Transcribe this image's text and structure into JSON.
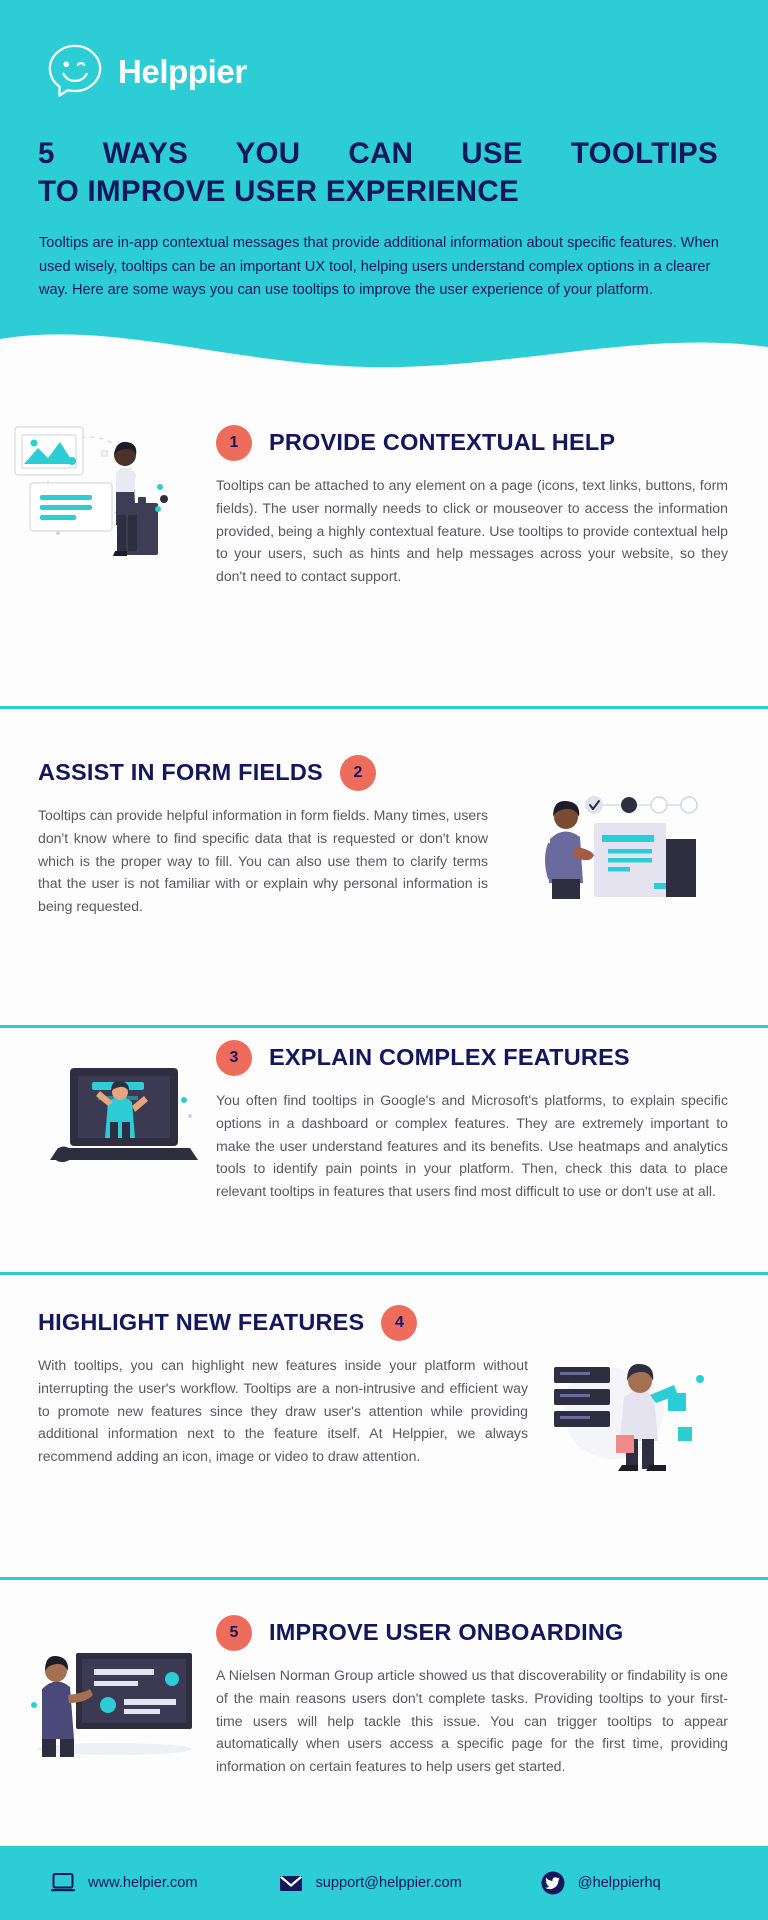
{
  "brand": {
    "name": "Helppier",
    "logo_icon": "winking-smiley-speech-bubble-icon",
    "teal": "#2ccdd4",
    "navy": "#15175c",
    "coral": "#ee6c5c",
    "body_gray": "#59595e"
  },
  "header": {
    "title_line1": "5 WAYS YOU CAN USE TOOLTIPS",
    "title_line2": "TO IMPROVE USER EXPERIENCE",
    "intro": "Tooltips are in-app contextual messages that provide additional information about specific features. When used wisely, tooltips can be an important UX tool, helping users understand complex options in a clearer way. Here are some ways you can use tooltips to improve the user experience of your platform."
  },
  "sections": [
    {
      "number": "1",
      "title": "PROVIDE CONTEXTUAL HELP",
      "body": "Tooltips can be attached to any element on a page (icons, text links, buttons, form fields). The user normally needs to click or mouseover to access the information provided, being a highly contextual feature.  Use tooltips to provide contextual help to your users, such as hints and help messages across your website, so they don't need to contact support.",
      "illustration": "person-with-image-card-and-document-illustration",
      "illustration_side": "left"
    },
    {
      "number": "2",
      "title": "ASSIST IN FORM FIELDS",
      "body": "Tooltips can provide helpful information in form fields. Many times, users don't know where to find specific data that is requested or don't know which is the proper way to fill. You can also use them to clarify terms that the user is not familiar with or explain why personal information is being requested.",
      "illustration": "person-with-form-checklist-illustration",
      "illustration_side": "right"
    },
    {
      "number": "3",
      "title": "EXPLAIN COMPLEX FEATURES",
      "body": "You often find tooltips in Google's and Microsoft's platforms, to explain specific options in a dashboard or complex features. They are extremely important to make the user understand features and its benefits. Use heatmaps and analytics tools to identify pain points in your platform. Then, check this data to place relevant tooltips in features that users find most difficult to use or don't use at all.",
      "illustration": "person-inside-laptop-screen-illustration",
      "illustration_side": "left"
    },
    {
      "number": "4",
      "title": "HIGHLIGHT NEW FEATURES",
      "body": "With tooltips, you can highlight new features inside your platform without interrupting the user's workflow. Tooltips are a non-intrusive and efficient way to promote new features since they draw user's attention while providing additional information next to the feature itself. At Helppier, we always recommend adding an icon, image or video to draw attention.",
      "illustration": "woman-with-dashboard-cards-illustration",
      "illustration_side": "right"
    },
    {
      "number": "5",
      "title": "IMPROVE USER ONBOARDING",
      "body": "A Nielsen Norman Group article showed us that discoverability or findability is one of the main reasons users don't complete tasks. Providing tooltips to your first-time users will help tackle this issue. You can trigger tooltips to appear automatically when users access a specific page for the first time, providing information on certain features to help users get started.",
      "illustration": "man-presenting-screen-illustration",
      "illustration_side": "left"
    }
  ],
  "footer": {
    "website": "www.helpier.com",
    "website_icon": "laptop-icon",
    "email": "support@helppier.com",
    "email_icon": "envelope-icon",
    "twitter": "@helppierhq",
    "twitter_icon": "twitter-bird-icon"
  }
}
